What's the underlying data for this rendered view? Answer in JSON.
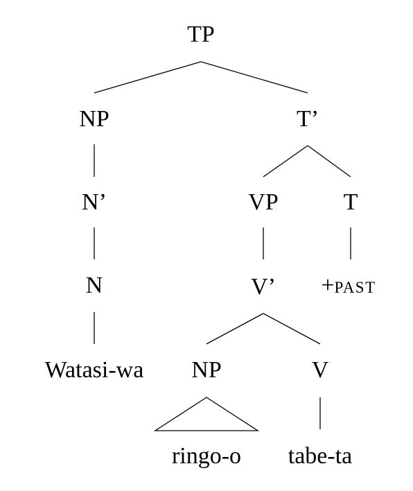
{
  "tree": {
    "root": "TP",
    "subject": {
      "phrase": "NP",
      "bar": "N’",
      "head": "N",
      "word": "Watasi-wa"
    },
    "tense_bar": "T’",
    "verb_phrase": {
      "phrase": "VP",
      "bar": "V’",
      "object_phrase": "NP",
      "object_word": "ringo-o",
      "head": "V",
      "word": "tabe-ta"
    },
    "tense": {
      "head": "T",
      "feature_sign": "+",
      "feature": "PAST"
    }
  }
}
